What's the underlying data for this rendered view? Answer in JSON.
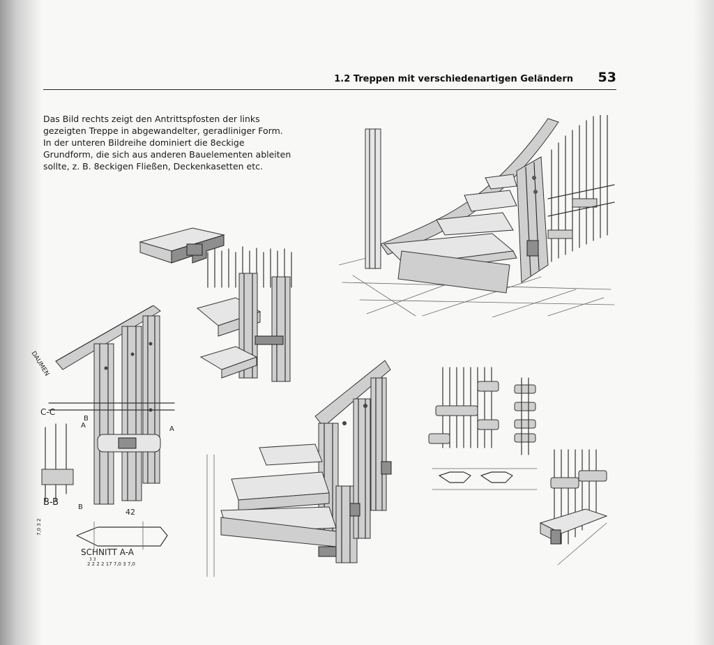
{
  "header": {
    "section_title": "1.2 Treppen mit verschiedenartigen Geländern",
    "page_number": "53"
  },
  "body_text": {
    "lines": [
      "Das Bild rechts zeigt den Antrittspfosten der links",
      "gezeigten Treppe in abgewandelter, geradliniger Form.",
      "In der unteren Bildreihe dominiert die 8eckige",
      "Grundform, die sich aus anderen Bauelementen ableiten",
      "sollte, z. B. 8eckigen Fließen, Deckenkasetten etc."
    ]
  },
  "sketch_labels": {
    "daumen": "DAUMEN",
    "c_c": "C-C",
    "b_b": "B-B",
    "a": "A",
    "b": "B",
    "dim_42": "42",
    "schnitt": "SCHNITT A-A",
    "dims_left": "7,0  3  2",
    "dims_bottom": "2  2  2  2  17  7,0  3  7,0",
    "dims_top_small": "3  3"
  },
  "colors": {
    "paper": "#f8f8f6",
    "ink": "#1a1a1a",
    "shade": "#cfcfcf"
  }
}
